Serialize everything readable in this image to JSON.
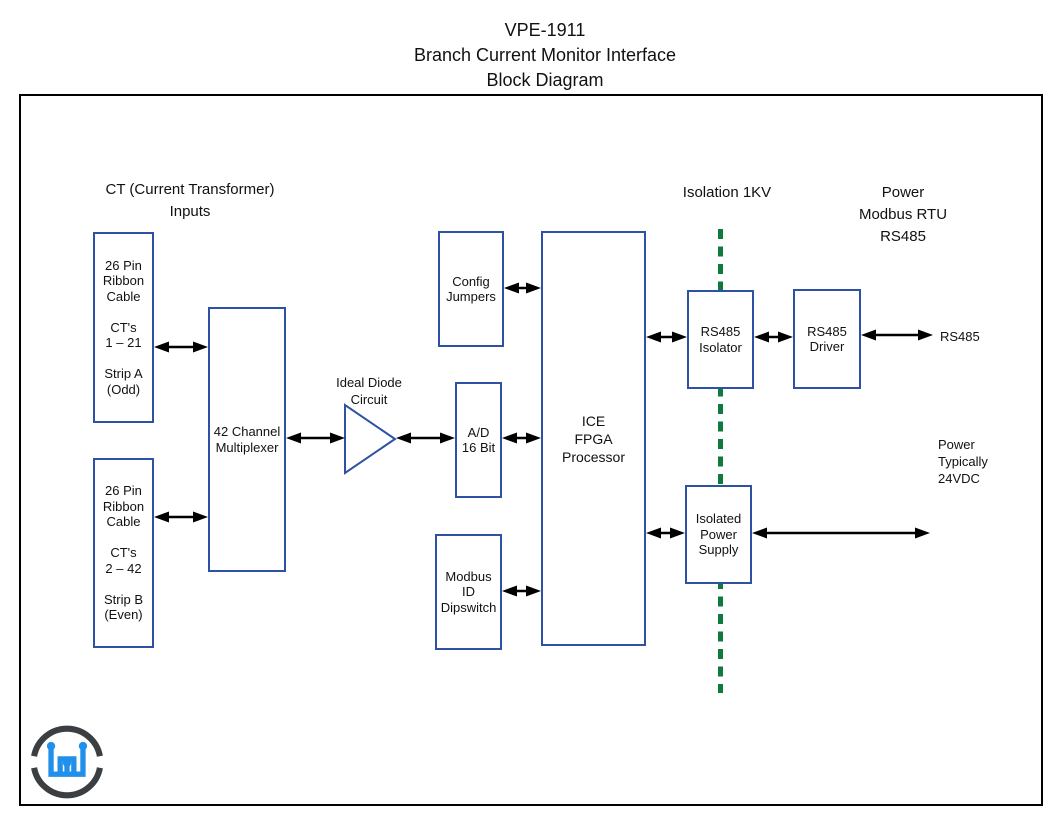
{
  "title": {
    "text": "VPE-1911\nBranch Current Monitor Interface\nBlock Diagram"
  },
  "headings": {
    "ct_inputs": "CT (Current Transformer)\nInputs",
    "isolation": "Isolation 1KV",
    "power_interface": "Power\nModbus RTU\nRS485"
  },
  "nodes": {
    "strip_a": {
      "label": "26 Pin\nRibbon\nCable\n\nCT's\n1 – 21\n\nStrip A\n(Odd)"
    },
    "strip_b": {
      "label": "26 Pin\nRibbon\nCable\n\nCT's\n2 – 42\n\nStrip B\n(Even)"
    },
    "multiplexer": {
      "label": "42 Channel\nMultiplexer"
    },
    "ideal_diode": {
      "label": "Ideal Diode\nCircuit"
    },
    "adc": {
      "label": "A/D\n16 Bit"
    },
    "config_jumpers": {
      "label": "Config\nJumpers"
    },
    "modbus_dipswitch": {
      "label": "Modbus\nID\nDipswitch"
    },
    "fpga": {
      "label": "ICE\nFPGA\nProcessor"
    },
    "rs485_isolator": {
      "label": "RS485\nIsolator"
    },
    "rs485_driver": {
      "label": "RS485\nDriver"
    },
    "isolated_power_supply": {
      "label": "Isolated\nPower\nSupply"
    }
  },
  "annotations": {
    "rs485_port": "RS485",
    "power_note": "Power\nTypically\n24VDC"
  },
  "connections": [
    {
      "from": "strip_a",
      "to": "multiplexer",
      "bidirectional": true
    },
    {
      "from": "strip_b",
      "to": "multiplexer",
      "bidirectional": true
    },
    {
      "from": "multiplexer",
      "to": "ideal_diode",
      "bidirectional": true
    },
    {
      "from": "ideal_diode",
      "to": "adc",
      "bidirectional": true
    },
    {
      "from": "adc",
      "to": "fpga",
      "bidirectional": true
    },
    {
      "from": "config_jumpers",
      "to": "fpga",
      "bidirectional": true
    },
    {
      "from": "modbus_dipswitch",
      "to": "fpga",
      "bidirectional": true
    },
    {
      "from": "fpga",
      "to": "rs485_isolator",
      "bidirectional": true
    },
    {
      "from": "rs485_isolator",
      "to": "rs485_driver",
      "bidirectional": true
    },
    {
      "from": "rs485_driver",
      "to": "rs485_port",
      "bidirectional": true
    },
    {
      "from": "fpga",
      "to": "isolated_power_supply",
      "bidirectional": true
    },
    {
      "from": "isolated_power_supply",
      "to": "power_input",
      "bidirectional": true
    }
  ],
  "colors": {
    "box_border": "#2d51a3",
    "isolation_line": "#0e7a3c",
    "arrow": "#000000",
    "logo_ring": "#3b3f42",
    "logo_glyph": "#2090ea"
  }
}
